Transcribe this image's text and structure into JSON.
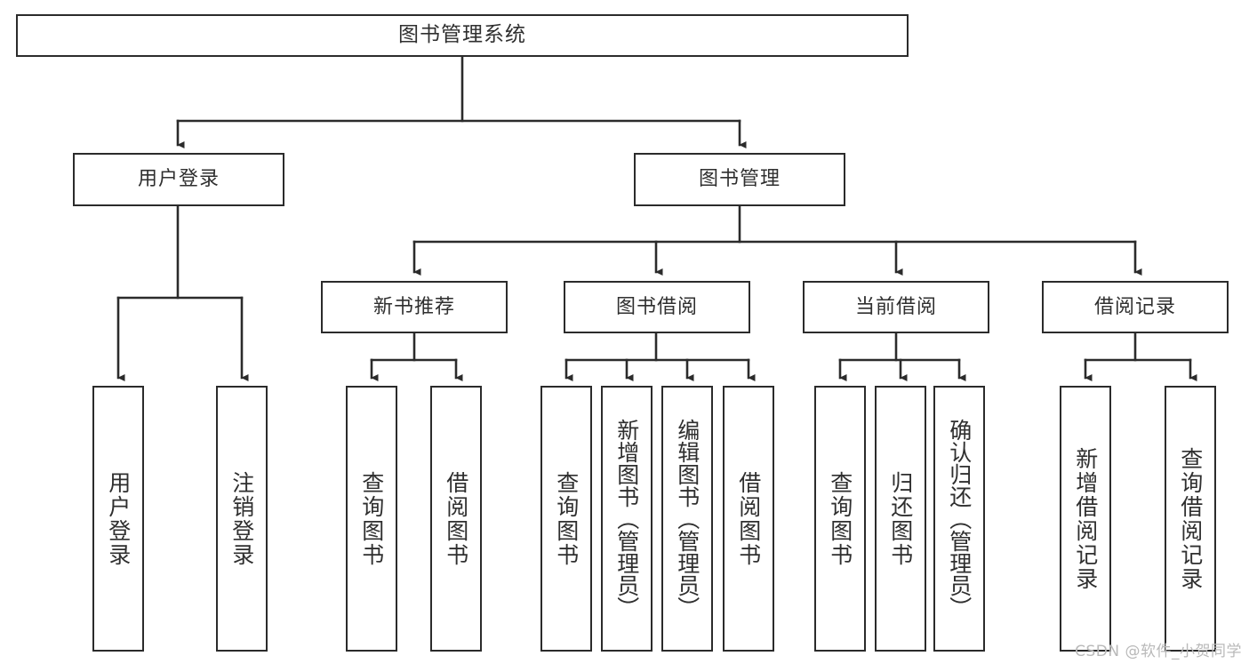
{
  "diagram": {
    "title": "图书管理系统",
    "type": "tree-hierarchy-chart",
    "edge_color": "#2b2b2b",
    "box_border_color": "#2b2b2b",
    "text_color": "#2f2f2f",
    "background": "#ffffff"
  },
  "nodes": {
    "root": {
      "label": "图书管理系统"
    },
    "level1": [
      {
        "id": "user-login",
        "label": "用户登录"
      },
      {
        "id": "book-manage",
        "label": "图书管理"
      }
    ],
    "level2": [
      {
        "id": "new-book-recommend",
        "label": "新书推荐"
      },
      {
        "id": "book-borrow",
        "label": "图书借阅"
      },
      {
        "id": "current-borrow",
        "label": "当前借阅"
      },
      {
        "id": "borrow-record",
        "label": "借阅记录"
      }
    ],
    "leaves": {
      "user_login": [
        {
          "id": "leaf-user-login",
          "label": "用户登录"
        },
        {
          "id": "leaf-logout-login",
          "label": "注销登录"
        }
      ],
      "new_book_recommend": [
        {
          "id": "leaf-query-book-1",
          "label": "查询图书"
        },
        {
          "id": "leaf-borrow-book-1",
          "label": "借阅图书"
        }
      ],
      "book_borrow": [
        {
          "id": "leaf-query-book-2",
          "label": "查询图书"
        },
        {
          "id": "leaf-add-book",
          "label": "新增图书（管理员）"
        },
        {
          "id": "leaf-edit-book",
          "label": "编辑图书（管理员）"
        },
        {
          "id": "leaf-borrow-book-2",
          "label": "借阅图书"
        }
      ],
      "current_borrow": [
        {
          "id": "leaf-query-book-3",
          "label": "查询图书"
        },
        {
          "id": "leaf-return-book",
          "label": "归还图书"
        },
        {
          "id": "leaf-confirm-return",
          "label": "确认归还（管理员）"
        }
      ],
      "borrow_record": [
        {
          "id": "leaf-add-borrow-record",
          "label": "新增借阅记录"
        },
        {
          "id": "leaf-query-borrow-record",
          "label": "查询借阅记录"
        }
      ]
    }
  },
  "watermark": {
    "text": "CSDN @软件_小贺同学",
    "color": "#b9b9b9"
  }
}
